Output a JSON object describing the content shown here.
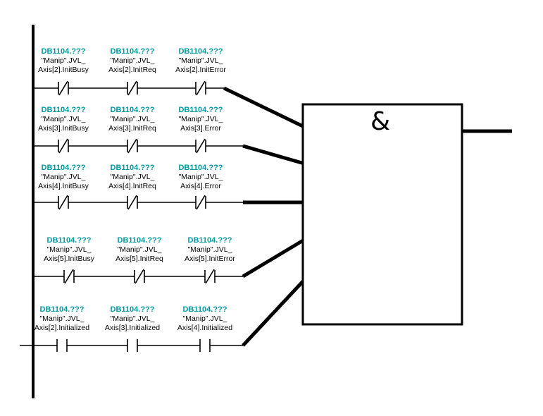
{
  "colors": {
    "operand": "#0099a0",
    "wire": "#000000",
    "background": "#ffffff"
  },
  "and_block": {
    "label": "&"
  },
  "rungs": [
    {
      "contacts": [
        {
          "operand": "DB1104.???",
          "tag_line1": "\"Manip\".JVL_",
          "tag_line2": "Axis[2].InitBusy",
          "type": "nc"
        },
        {
          "operand": "DB1104.???",
          "tag_line1": "\"Manip\".JVL_",
          "tag_line2": "Axis[2].InitReq",
          "type": "nc"
        },
        {
          "operand": "DB1104.???",
          "tag_line1": "\"Manip\".JVL_",
          "tag_line2": "Axis[2].InitError",
          "type": "nc"
        }
      ]
    },
    {
      "contacts": [
        {
          "operand": "DB1104.???",
          "tag_line1": "\"Manip\".JVL_",
          "tag_line2": "Axis[3].InitBusy",
          "type": "nc"
        },
        {
          "operand": "DB1104.???",
          "tag_line1": "\"Manip\".JVL_",
          "tag_line2": "Axis[3].InitReq",
          "type": "nc"
        },
        {
          "operand": "DB1104.???",
          "tag_line1": "\"Manip\".JVL_",
          "tag_line2": "Axis[3].Error",
          "type": "nc"
        }
      ]
    },
    {
      "contacts": [
        {
          "operand": "DB1104.???",
          "tag_line1": "\"Manip\".JVL_",
          "tag_line2": "Axis[4].InitBusy",
          "type": "nc"
        },
        {
          "operand": "DB1104.???",
          "tag_line1": "\"Manip\".JVL_",
          "tag_line2": "Axis[4].InitReq",
          "type": "nc"
        },
        {
          "operand": "DB1104.???",
          "tag_line1": "\"Manip\".JVL_",
          "tag_line2": "Axis[4].Error",
          "type": "nc"
        }
      ]
    },
    {
      "contacts": [
        {
          "operand": "DB1104.???",
          "tag_line1": "\"Manip\".JVL_",
          "tag_line2": "Axis[5].InitBusy",
          "type": "nc"
        },
        {
          "operand": "DB1104.???",
          "tag_line1": "\"Manip\".JVL_",
          "tag_line2": "Axis[5].InitReq",
          "type": "nc"
        },
        {
          "operand": "DB1104.???",
          "tag_line1": "\"Manip\".JVL_",
          "tag_line2": "Axis[5].InitError",
          "type": "nc"
        }
      ]
    },
    {
      "contacts": [
        {
          "operand": "DB1104.???",
          "tag_line1": "\"Manip\".JVL_",
          "tag_line2": "Axis[2].Initialized",
          "type": "no"
        },
        {
          "operand": "DB1104.???",
          "tag_line1": "\"Manip\".JVL_",
          "tag_line2": "Axis[3].Initialized",
          "type": "no"
        },
        {
          "operand": "DB1104.???",
          "tag_line1": "\"Manip\".JVL_",
          "tag_line2": "Axis[4].Initialized",
          "type": "no"
        }
      ]
    }
  ]
}
